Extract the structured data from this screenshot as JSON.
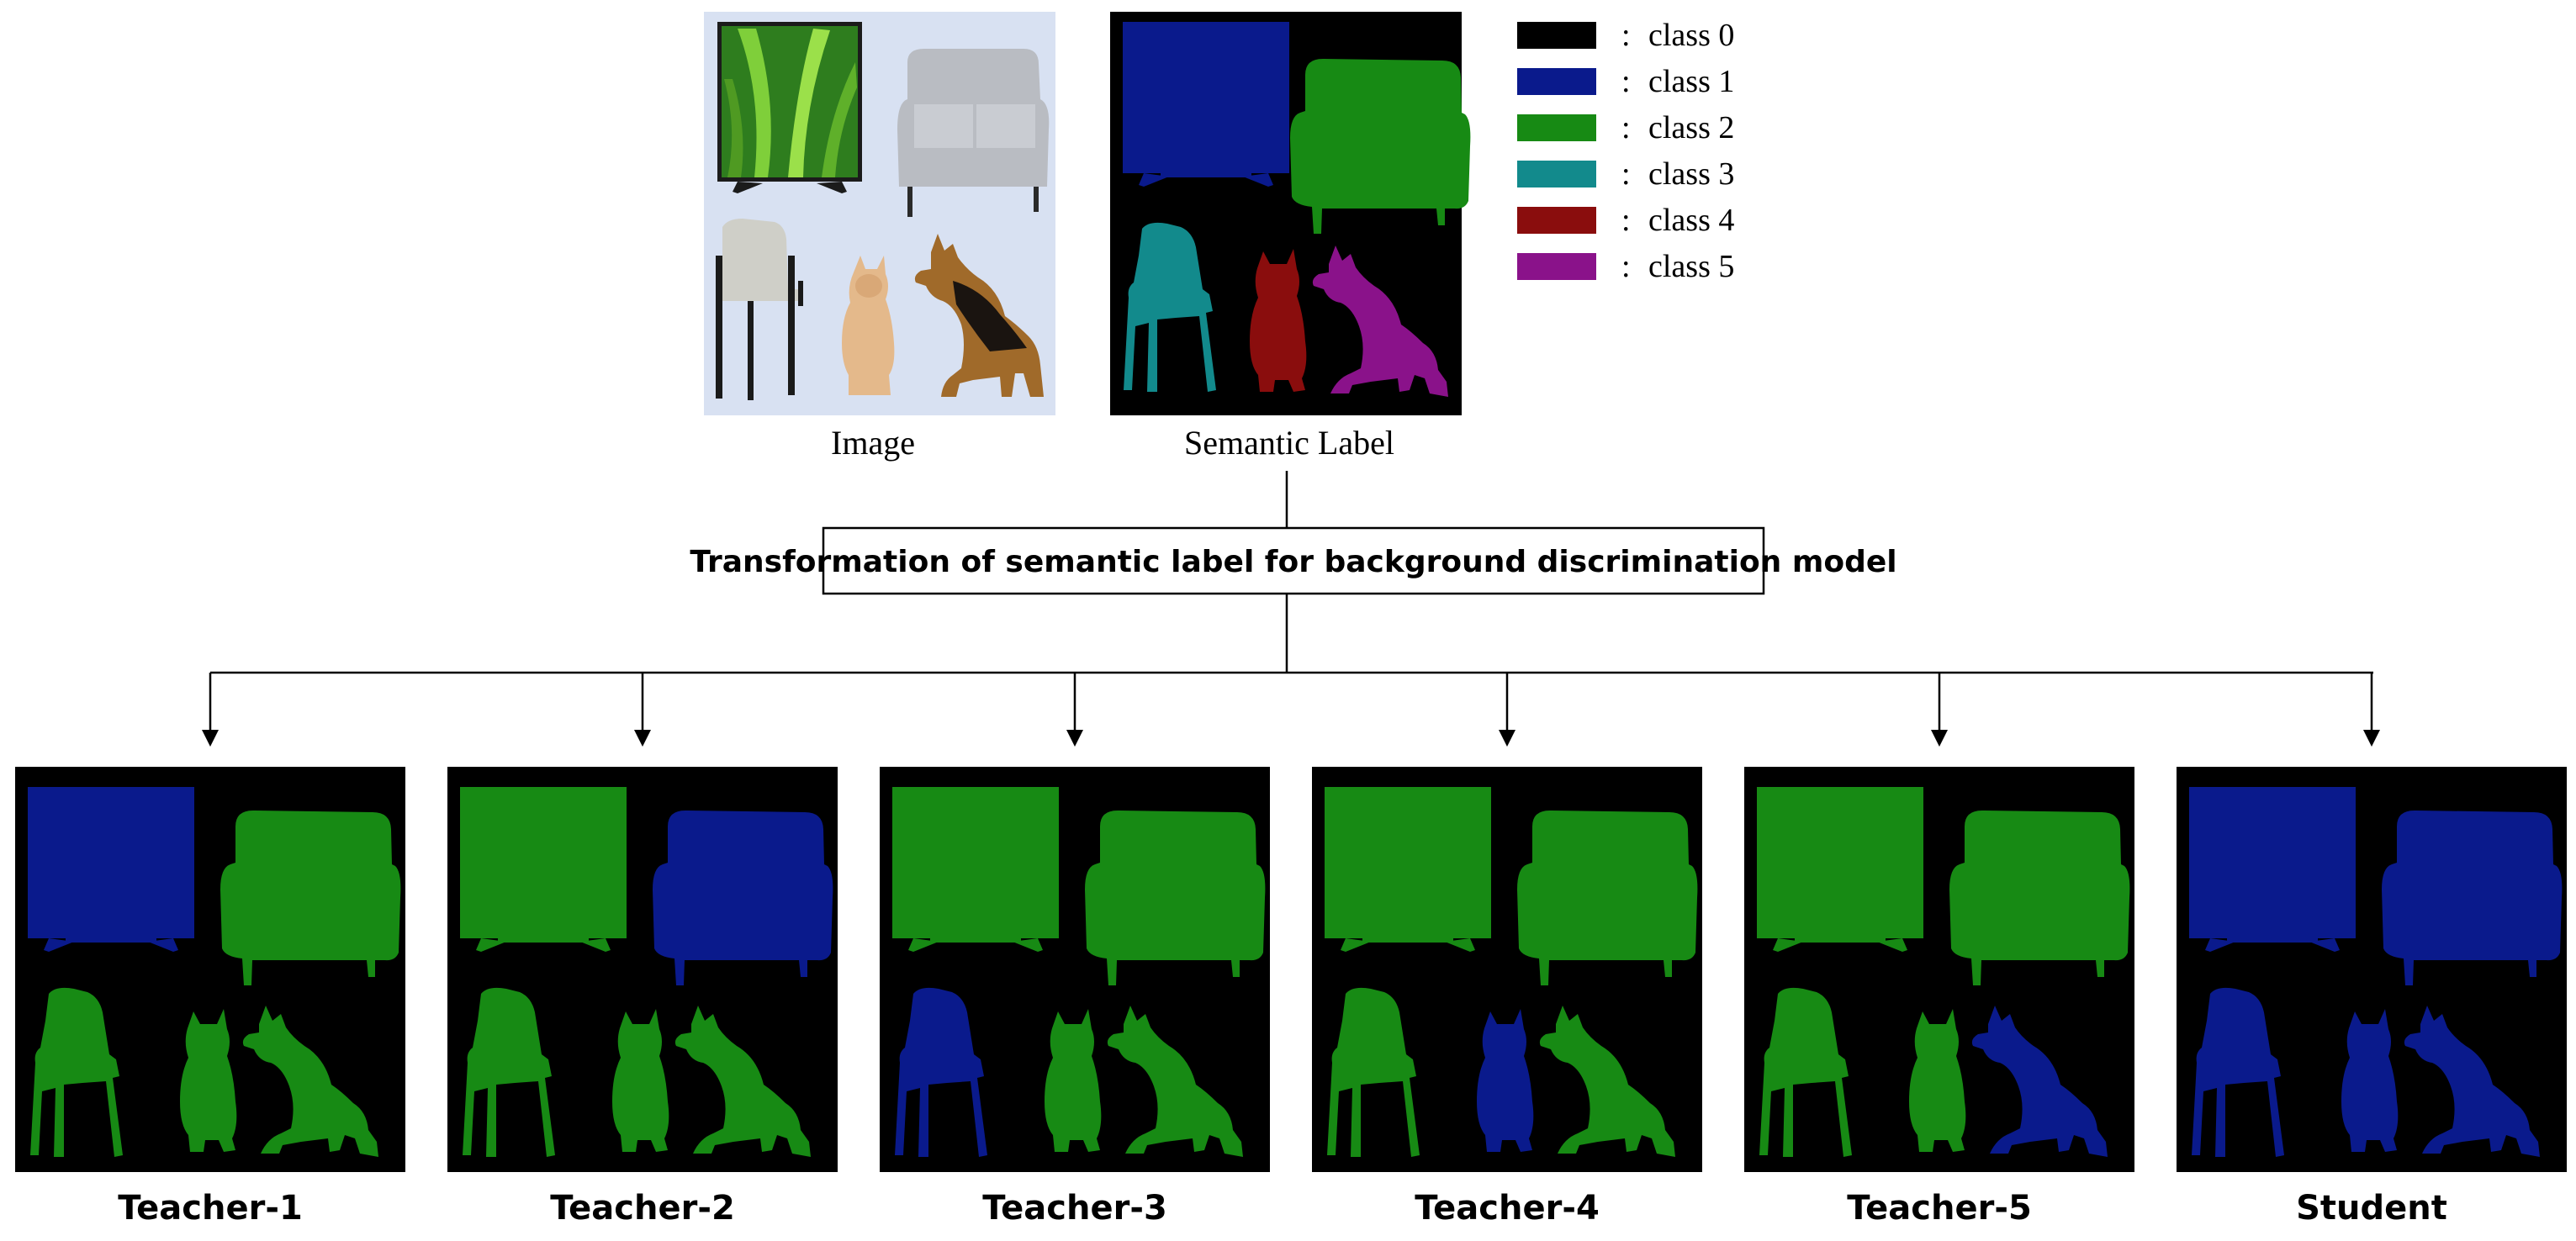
{
  "legend": [
    {
      "label": "class 0",
      "color": "#000000"
    },
    {
      "label": "class 1",
      "color": "#0a1a8c"
    },
    {
      "label": "class 2",
      "color": "#178a14"
    },
    {
      "label": "class 3",
      "color": "#128a8c"
    },
    {
      "label": "class 4",
      "color": "#8a0d0d"
    },
    {
      "label": "class 5",
      "color": "#8a128a"
    }
  ],
  "legend_separator": ":",
  "top": {
    "image_caption": "Image",
    "label_caption": "Semantic Label",
    "image_background": "#d8e1f2"
  },
  "transform_box": {
    "text": "Transformation of semantic label for background discrimination model"
  },
  "panels": [
    {
      "caption": "Teacher-1",
      "tv": "#0a1a8c",
      "sofa": "#178a14",
      "chair": "#178a14",
      "cat": "#178a14",
      "dog": "#178a14"
    },
    {
      "caption": "Teacher-2",
      "tv": "#178a14",
      "sofa": "#0a1a8c",
      "chair": "#178a14",
      "cat": "#178a14",
      "dog": "#178a14"
    },
    {
      "caption": "Teacher-3",
      "tv": "#178a14",
      "sofa": "#178a14",
      "chair": "#0a1a8c",
      "cat": "#178a14",
      "dog": "#178a14"
    },
    {
      "caption": "Teacher-4",
      "tv": "#178a14",
      "sofa": "#178a14",
      "chair": "#178a14",
      "cat": "#0a1a8c",
      "dog": "#178a14"
    },
    {
      "caption": "Teacher-5",
      "tv": "#178a14",
      "sofa": "#178a14",
      "chair": "#178a14",
      "cat": "#178a14",
      "dog": "#0a1a8c"
    },
    {
      "caption": "Student",
      "tv": "#0a1a8c",
      "sofa": "#0a1a8c",
      "chair": "#0a1a8c",
      "cat": "#0a1a8c",
      "dog": "#0a1a8c"
    }
  ],
  "semantic_label_colors": {
    "tv": "#0a1a8c",
    "sofa": "#178a14",
    "chair": "#128a8c",
    "cat": "#8a0d0d",
    "dog": "#8a128a"
  }
}
